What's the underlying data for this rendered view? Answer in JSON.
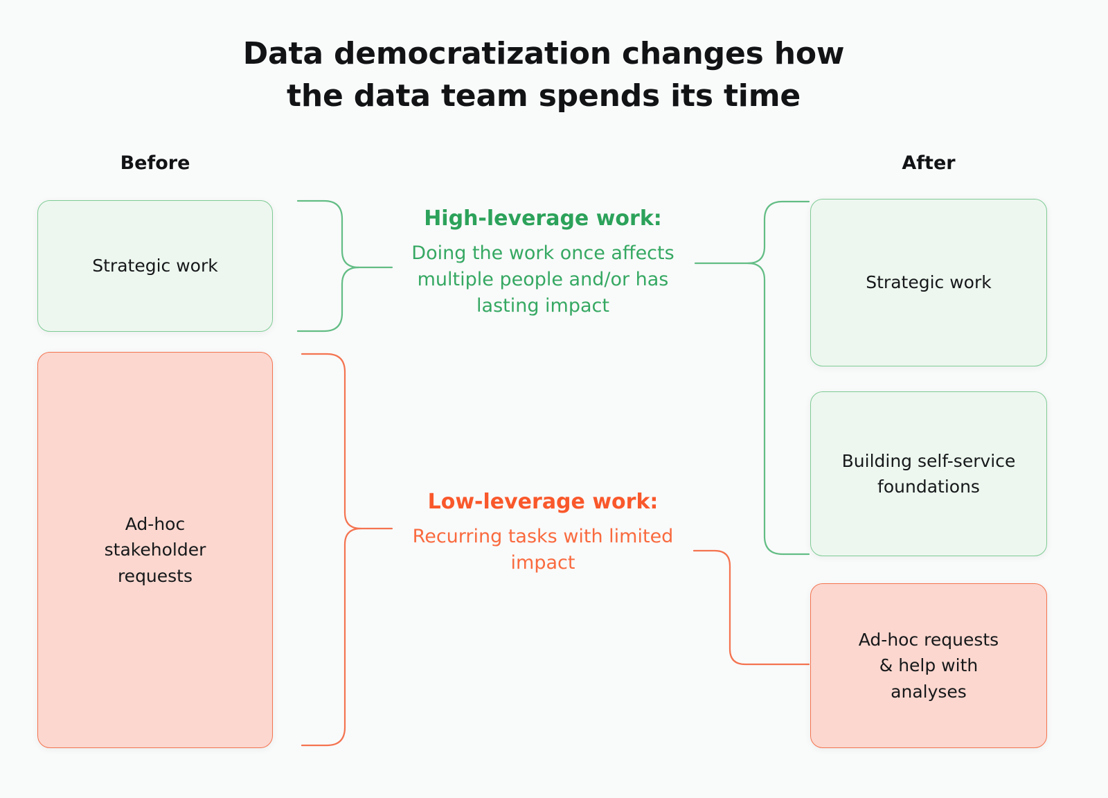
{
  "title": {
    "line1": "Data democratization changes how",
    "line2": "the data team spends its time"
  },
  "columns": {
    "before_label": "Before",
    "after_label": "After"
  },
  "before_boxes": [
    {
      "label": "Strategic work",
      "color": "green"
    },
    {
      "label": "Ad-hoc\nstakeholder\nrequests",
      "color": "red"
    }
  ],
  "after_boxes": [
    {
      "label": "Strategic work",
      "color": "green"
    },
    {
      "label": "Building self-service\nfoundations",
      "color": "green"
    },
    {
      "label": "Ad-hoc requests\n& help with\nanalyses",
      "color": "red"
    }
  ],
  "before": {
    "strategic_work": "Strategic work",
    "adhoc_requests": "Ad-hoc\nstakeholder\nrequests"
  },
  "after": {
    "strategic_work": "Strategic work",
    "building_foundations": "Building self-service\nfoundations",
    "adhoc_analyses": "Ad-hoc requests\n& help with\nanalyses"
  },
  "center": {
    "high": {
      "kicker": "High-leverage work:",
      "body": "Doing the work once affects multiple people and/or has lasting impact"
    },
    "low": {
      "kicker": "Low-leverage work:",
      "body": "Recurring tasks with limited impact"
    }
  },
  "colors": {
    "background": "#f9fafa",
    "green_stroke": "#7ecb94",
    "green_fill": "#edf7ef",
    "green_text": "#2ca25a",
    "red_stroke": "#f4734f",
    "red_fill": "#fbd7cf",
    "red_text": "#f9582b",
    "title_text": "#111315"
  }
}
